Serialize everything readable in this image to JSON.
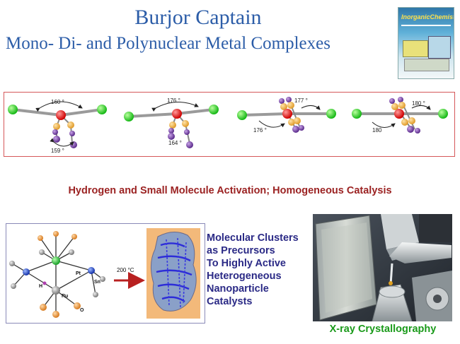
{
  "header": {
    "title": "Burjor Captain",
    "subtitle": "Mono- Di- and Polynuclear Metal Complexes"
  },
  "journal_cover": {
    "brand_text": "InorganicChemistry"
  },
  "angle_panel": {
    "structures": [
      {
        "top_angle": "160 °",
        "bottom_angle": "159 °"
      },
      {
        "top_angle": "176 °",
        "bottom_angle": "164 °"
      },
      {
        "top_angle": "177 °",
        "bottom_angle": "176 °"
      },
      {
        "top_angle": "180 °",
        "bottom_angle": "180"
      }
    ]
  },
  "section_heading": "Hydrogen and Small Molecule Activation; Homogeneous Catalysis",
  "cluster_panel": {
    "atom_labels": {
      "pt": "Pt",
      "ru": "Ru",
      "sn": "Sn",
      "h": "H",
      "o": "O"
    },
    "arrow_label": "200 °C"
  },
  "description": {
    "lines": [
      "Molecular Clusters",
      "as Precursors",
      "To Highly Active",
      "Heterogeneous",
      "Nanoparticle",
      "Catalysts"
    ]
  },
  "xray": {
    "caption": "X-ray Crystallography"
  },
  "colors": {
    "title_blue": "#2c5da8",
    "heading_red": "#9b2222",
    "desc_navy": "#2b2a86",
    "caption_green": "#1a9a1a",
    "box_border_red": "#d5585a"
  }
}
